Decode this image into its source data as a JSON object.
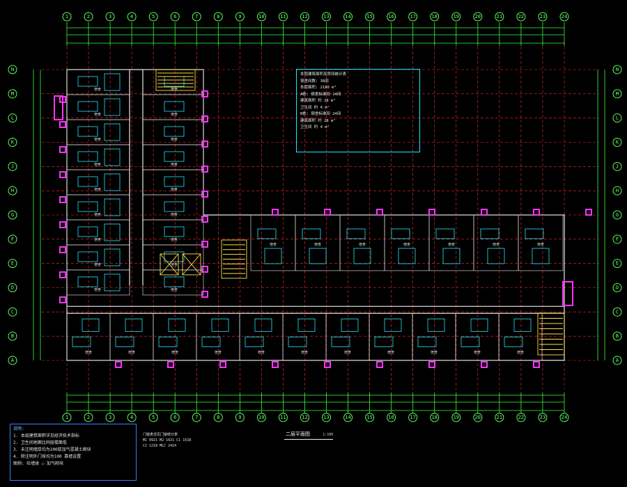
{
  "drawing": {
    "colors": {
      "background": "#000000",
      "axis": "#5cff5c",
      "grid": "#ff2a2a",
      "wall": "#e8e8e8",
      "column": "#ff33ff",
      "fixture": "#22e6ff",
      "stair": "#ffe14a",
      "notes_border": "#3f7bff"
    },
    "axes_top": [
      "1",
      "2",
      "3",
      "4",
      "5",
      "6",
      "7",
      "8",
      "9",
      "10",
      "11",
      "12",
      "13",
      "14",
      "15",
      "16",
      "17",
      "18",
      "19",
      "20",
      "21",
      "22",
      "23",
      "24"
    ],
    "axes_bottom": [
      "1",
      "2",
      "3",
      "4",
      "5",
      "6",
      "7",
      "8",
      "9",
      "10",
      "11",
      "12",
      "13",
      "14",
      "15",
      "16",
      "17",
      "18",
      "19",
      "20",
      "21",
      "22",
      "23",
      "24"
    ],
    "axes_rows": [
      "N",
      "M",
      "L",
      "K",
      "J",
      "H",
      "G",
      "F",
      "E",
      "D",
      "C",
      "B",
      "A"
    ],
    "title": "二层平面图",
    "scale": "1:100",
    "notes": {
      "title": "说明:",
      "lines": [
        "1. 本层建筑面积详见经济技术指标",
        "2. 卫生间地面比同层楼面低",
        "3. 未注明墙厚均为200厚加气混凝土砌块",
        "4. 除注明外门垛均为100 靠墙设置",
        "图例: 砼墙体  ▭ 加气砌块"
      ]
    },
    "info": {
      "lines": [
        "本层建筑面积及房间统计表",
        "宿舍间数: 38间",
        "本层面积: 2180 m²",
        "A栋: 宿舍标准间 14间",
        "   建筑面积 约 28 m²",
        "   卫生间 约 4 m²",
        "B栋: 宿舍标准间 24间",
        "   建筑面积 约 28 m²",
        "   卫生间 约 4 m²"
      ]
    },
    "legend": {
      "lines": [
        "门窗表详见门窗统计表",
        "M1 0921  M2 1021  C1 1518",
        "C2 1218  MLC 2424"
      ]
    },
    "room_label": "宿舍"
  }
}
